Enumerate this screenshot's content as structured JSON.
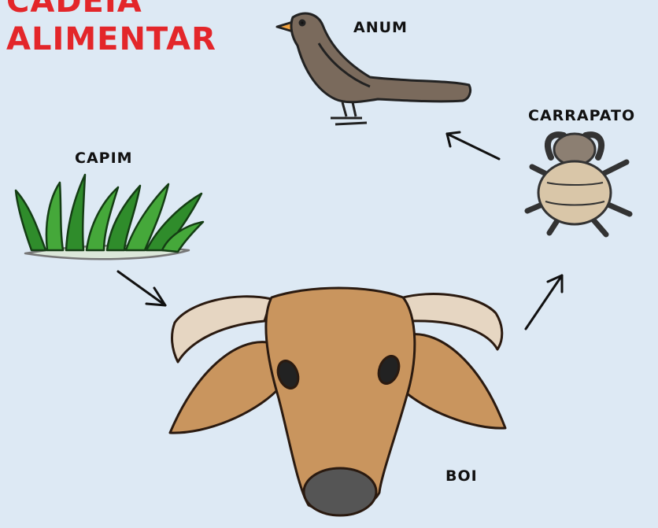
{
  "title": {
    "line1": "CADEIA",
    "line2": "ALIMENTAR"
  },
  "nodes": {
    "capim": "CAPIM",
    "boi": "BOI",
    "carrapato": "CARRAPATO",
    "anum": "ANUM"
  },
  "colors": {
    "title": "#e3262a",
    "background": "#dde9f4"
  }
}
